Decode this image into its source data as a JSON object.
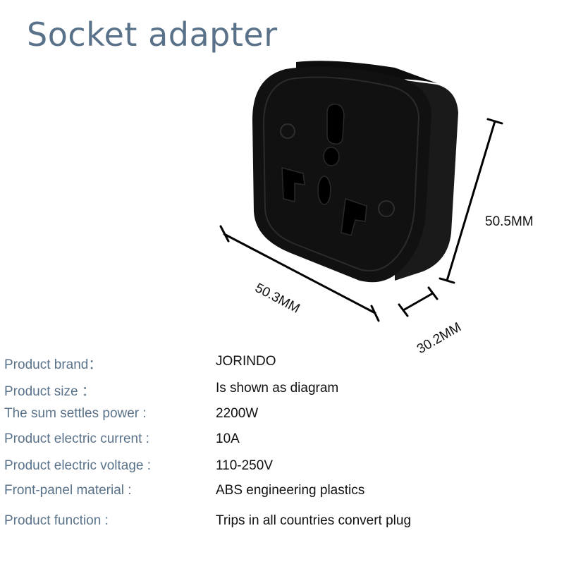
{
  "title": "Socket adapter",
  "dimensions": {
    "width": "50.3MM",
    "height": "50.5MM",
    "depth": "30.2MM"
  },
  "specs": [
    {
      "label": "Product brand：",
      "value": "JORINDO"
    },
    {
      "label": "Product size ：",
      "value": "Is shown as diagram"
    },
    {
      "label": "The sum settles power :",
      "value": "2200W"
    },
    {
      "label": "Product electric current :",
      "value": "10A"
    },
    {
      "label": "Product electric voltage :",
      "value": "110-250V"
    },
    {
      "label": "Front-panel material :",
      "value": "ABS engineering plastics"
    },
    {
      "label": "Product function :",
      "value": "Trips in all countries convert plug"
    }
  ],
  "colors": {
    "title": "#5a7289",
    "label": "#5a7289",
    "value": "#111111",
    "product": "#111111"
  }
}
